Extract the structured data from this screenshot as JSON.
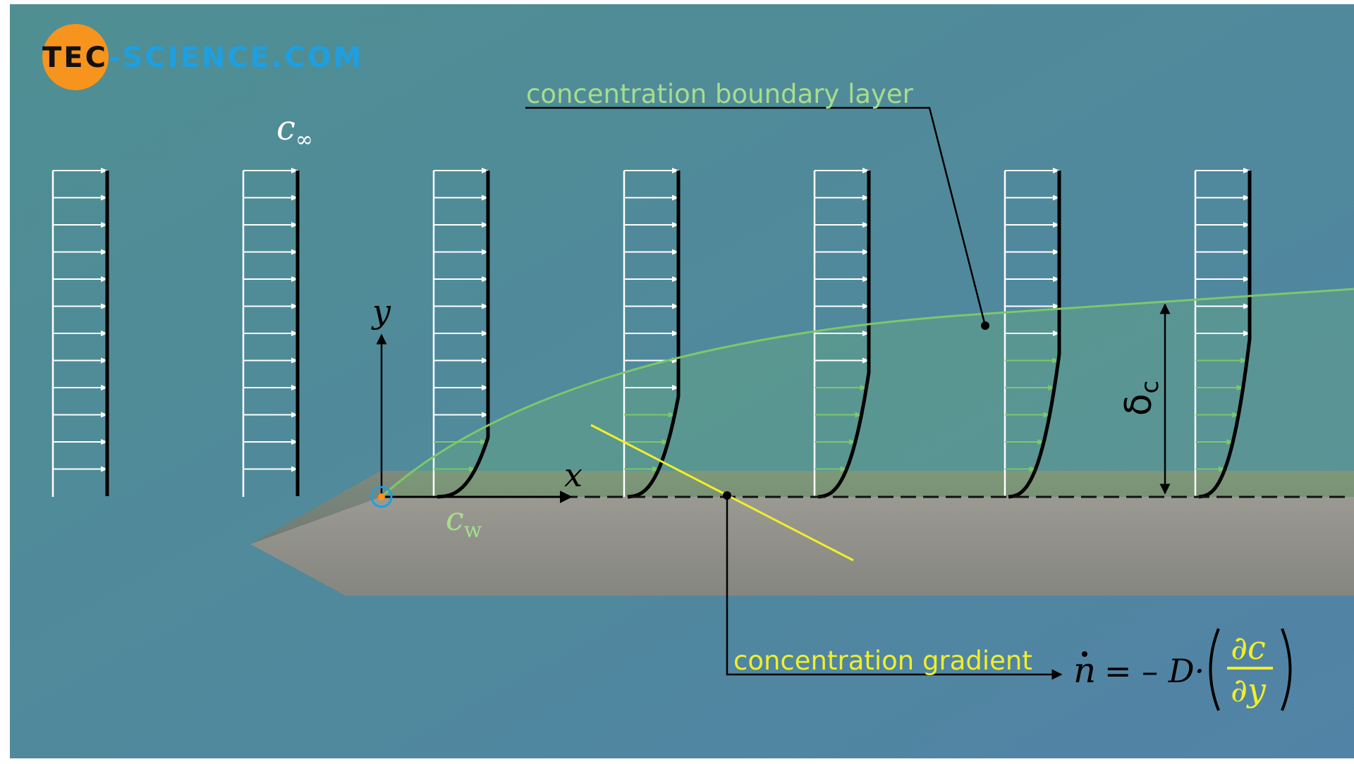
{
  "logo": {
    "text_left": "TEC",
    "text_mid": "-SCIENCE",
    "text_right": ".COM"
  },
  "labels": {
    "c_infinity_symbol": "c",
    "c_infinity_subscript": "∞",
    "c_wall_symbol": "c",
    "c_wall_subscript": "w",
    "y_axis": "y",
    "x_axis": "x",
    "delta_symbol": "δ",
    "delta_subscript": "c",
    "boundary_layer": "concentration boundary layer",
    "gradient": "concentration gradient"
  },
  "formula": {
    "lhs": "n",
    "equals_minus": "= – D·",
    "numerator": "∂c",
    "denominator": "∂y"
  },
  "colors": {
    "background": "#4f8ea0",
    "boundary_layer": "#7cc86a",
    "gradient_line": "#f2ee2a",
    "plate": "#8e8e86",
    "logo_circle": "#f7941d",
    "logo_blue": "#1e9fe0"
  }
}
